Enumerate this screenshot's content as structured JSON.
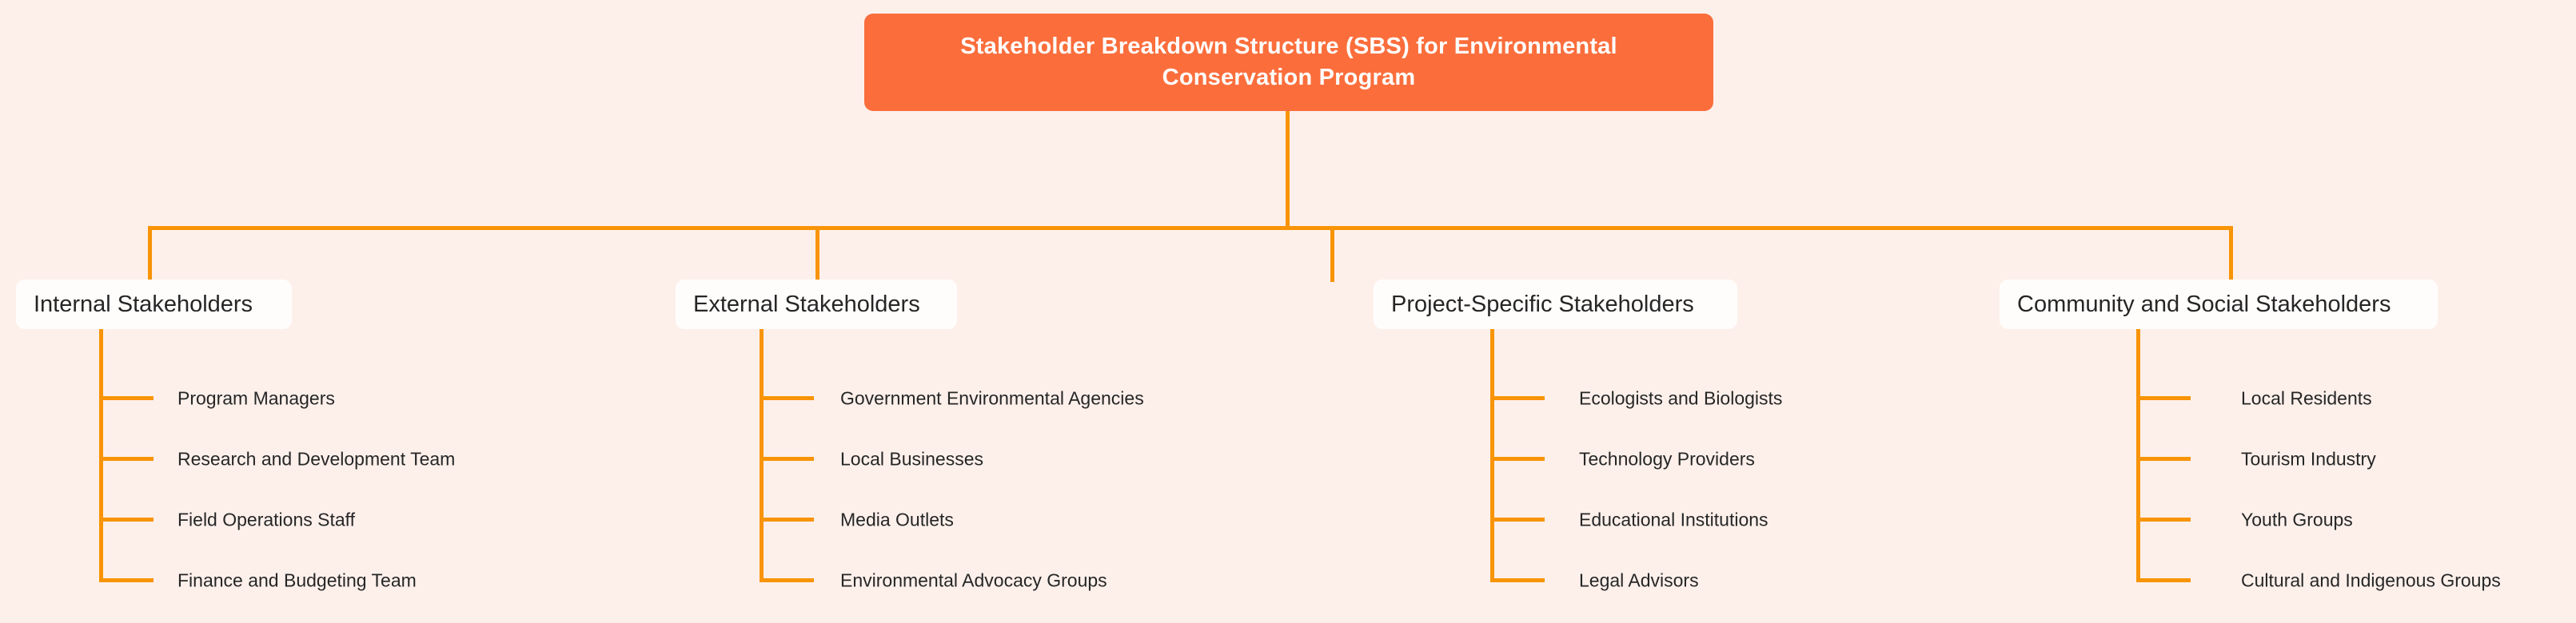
{
  "theme": {
    "background": "#fdf0eb",
    "connector": "#f89406",
    "root_fill": "#fb6e3c",
    "root_text": "#ffffff",
    "node_fill": "#fffdfc",
    "node_text": "#262626"
  },
  "diagram": {
    "type": "tree",
    "orientation": "top-down",
    "root": {
      "title": "Stakeholder Breakdown Structure (SBS) for Environmental Conservation Program"
    },
    "branches": [
      {
        "label": "Internal Stakeholders",
        "children": [
          "Program Managers",
          "Research and Development Team",
          "Field Operations Staff",
          "Finance and Budgeting Team"
        ]
      },
      {
        "label": "External Stakeholders",
        "children": [
          "Government Environmental Agencies",
          "Local Businesses",
          "Media Outlets",
          "Environmental Advocacy Groups"
        ]
      },
      {
        "label": "Project-Specific Stakeholders",
        "children": [
          "Ecologists and Biologists",
          "Technology Providers",
          "Educational Institutions",
          "Legal Advisors"
        ]
      },
      {
        "label": "Community and Social Stakeholders",
        "children": [
          "Local Residents",
          "Tourism Industry",
          "Youth Groups",
          "Cultural and Indigenous Groups"
        ]
      }
    ]
  }
}
